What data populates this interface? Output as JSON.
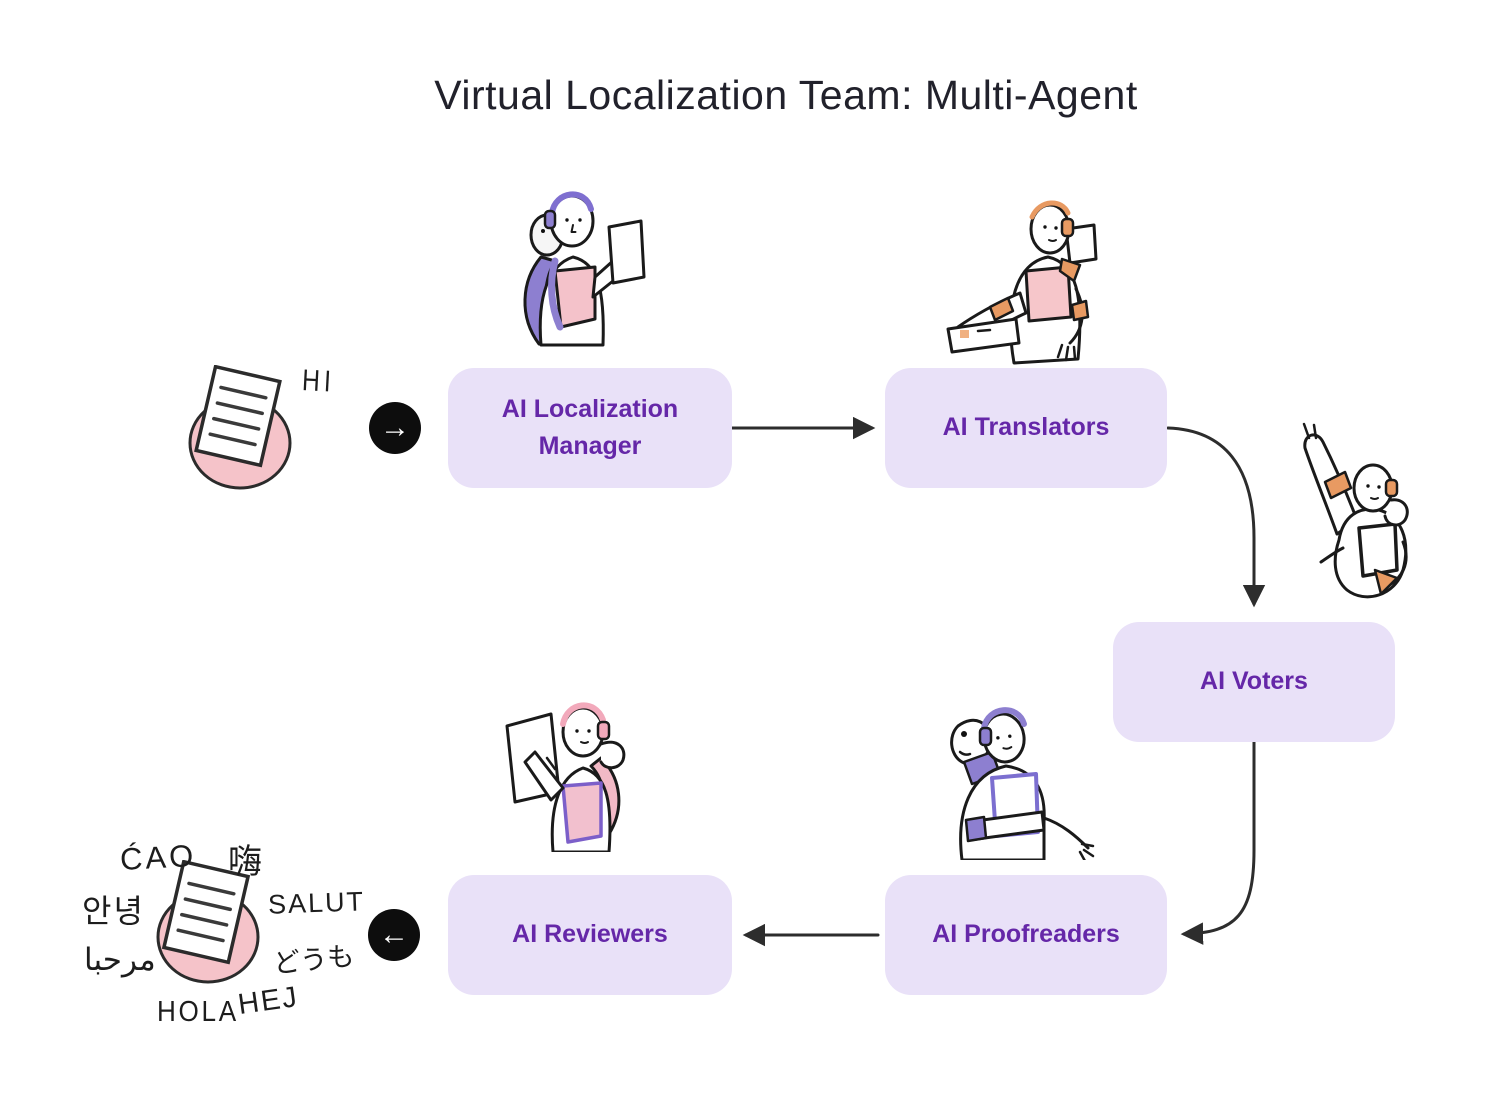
{
  "title": "Virtual Localization Team: Multi-Agent",
  "nodes": {
    "manager": {
      "label": "AI Localization Manager"
    },
    "translators": {
      "label": "AI Translators"
    },
    "voters": {
      "label": "AI Voters"
    },
    "proofreaders": {
      "label": "AI Proofreaders"
    },
    "reviewers": {
      "label": "AI Reviewers"
    }
  },
  "flow": [
    "manager",
    "translators",
    "voters",
    "proofreaders",
    "reviewers"
  ],
  "input_doc": {
    "annotation": "HI"
  },
  "output_doc": {
    "greetings": [
      "ĆAO",
      "嗨",
      "안녕",
      "SALUT",
      "どうも",
      "مرحبا",
      "HOLA",
      "HEJ"
    ]
  },
  "icons": {
    "arrow_right": "→",
    "arrow_left": "←"
  },
  "colors": {
    "background": "#ffffff",
    "node_fill": "#e9e1f8",
    "node_text": "#6527a8",
    "connector": "#2d2d2d",
    "doc_circle_pink": "#f5c3c9",
    "accent_purple": "#8d7fd0",
    "accent_orange": "#e89a62",
    "accent_pink": "#f2a9bb",
    "title_text": "#21212b"
  }
}
